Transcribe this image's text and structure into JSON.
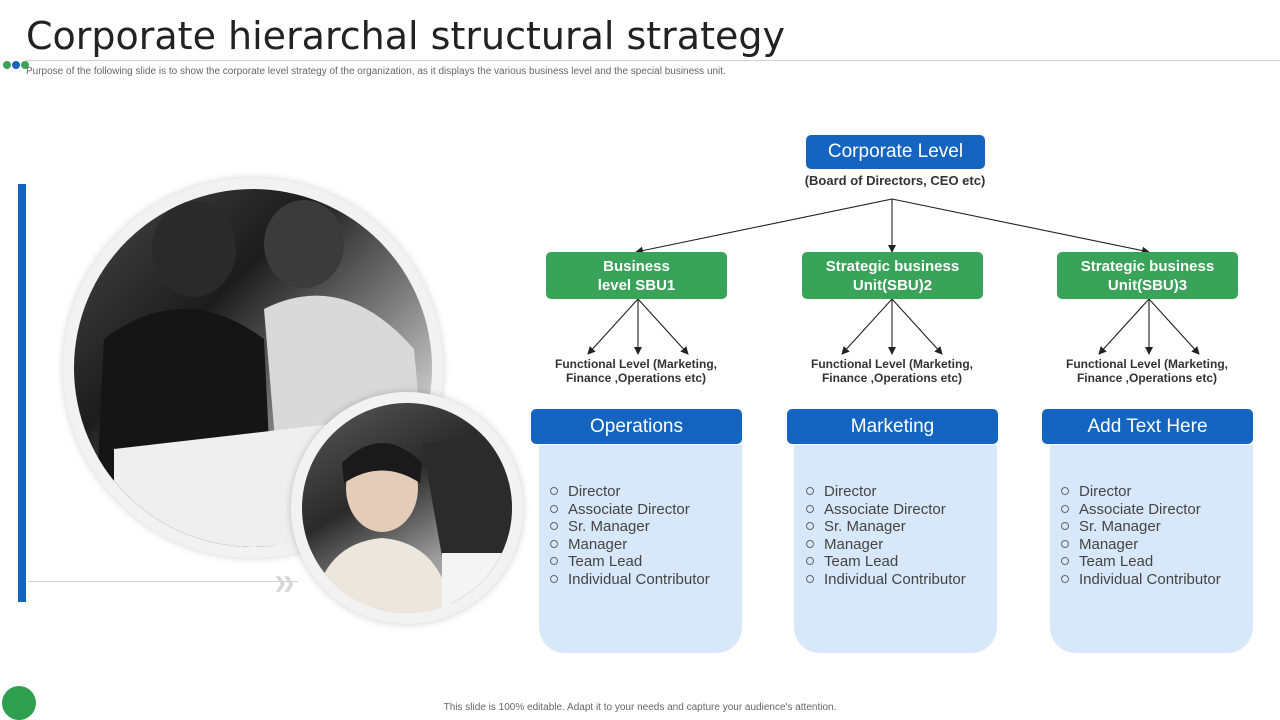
{
  "header": {
    "title": "Corporate hierarchal structural strategy",
    "subtitle": "Purpose of the following slide is to show the corporate level strategy of the organization, as it displays the various business level and the special business unit."
  },
  "colors": {
    "blue": "#1565c0",
    "green": "#3aa35a",
    "light_blue": "#d6e8fa",
    "dot_colors": [
      "#3aa35a",
      "#1565c0",
      "#3aa35a"
    ]
  },
  "top": {
    "label": "Corporate Level",
    "sublabel": "(Board of Directors,  CEO etc)"
  },
  "units": [
    {
      "line1": "Business",
      "line2": "level SBU1",
      "functional_line1": "Functional  Level (Marketing,",
      "functional_line2": "Finance ,Operations etc)",
      "card_title": "Operations",
      "roles": [
        "Director",
        "Associate Director",
        "Sr. Manager",
        "Manager",
        "Team Lead",
        "Individual  Contributor"
      ]
    },
    {
      "line1": "Strategic business",
      "line2": "Unit(SBU)2",
      "functional_line1": "Functional  Level (Marketing,",
      "functional_line2": "Finance ,Operations etc)",
      "card_title": "Marketing",
      "roles": [
        "Director",
        "Associate Director",
        "Sr. Manager",
        "Manager",
        "Team Lead",
        "Individual  Contributor"
      ]
    },
    {
      "line1": "Strategic business",
      "line2": "Unit(SBU)3",
      "functional_line1": "Functional  Level (Marketing,",
      "functional_line2": "Finance ,Operations etc)",
      "card_title": "Add Text Here",
      "roles": [
        "Director",
        "Associate Director",
        "Sr. Manager",
        "Manager",
        "Team Lead",
        "Individual  Contributor"
      ]
    }
  ],
  "footer": "This slide is 100% editable.  Adapt it to your needs and capture your audience's attention."
}
